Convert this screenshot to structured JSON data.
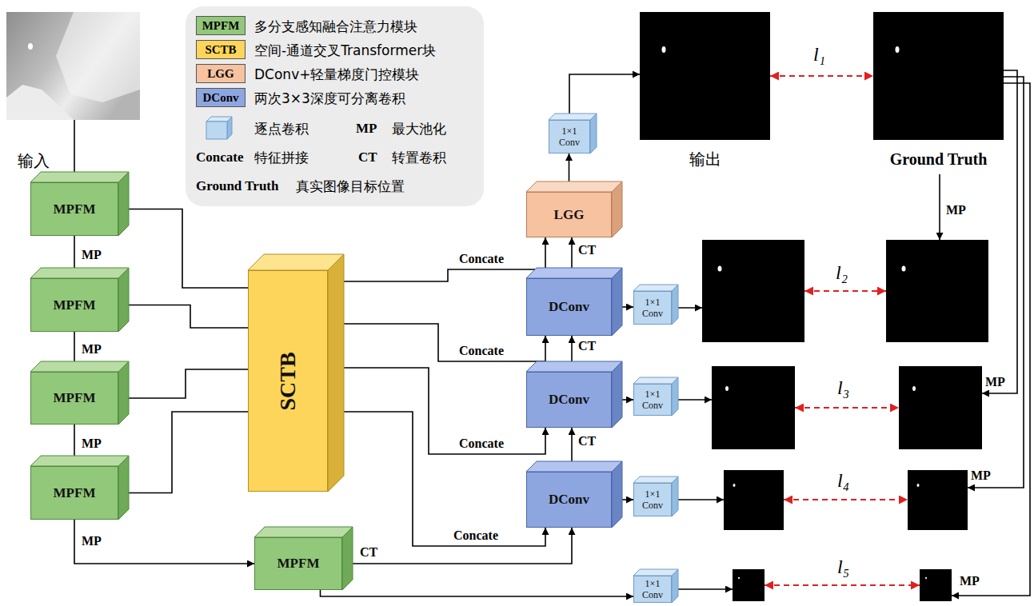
{
  "diagram": {
    "nodes": [
      {
        "text": [
          "输入"
        ]
      },
      {
        "text": [
          "MPFM"
        ]
      },
      {
        "text": [
          "MPFM"
        ]
      },
      {
        "text": [
          "MPFM"
        ]
      },
      {
        "text": [
          "MPFM"
        ]
      },
      {
        "text": [
          "MPFM"
        ]
      },
      {
        "text": [
          "SCTB"
        ]
      },
      {
        "text": [
          "LGG"
        ]
      },
      {
        "text": [
          "1×1 Conv"
        ]
      },
      {
        "text": [
          "DConv"
        ]
      },
      {
        "text": [
          "DConv"
        ]
      },
      {
        "text": [
          "DConv"
        ]
      },
      {
        "text": [
          "1×1 Conv"
        ]
      },
      {
        "text": [
          "1×1 Conv"
        ]
      },
      {
        "text": [
          "1×1 Conv"
        ]
      },
      {
        "text": [
          "1×1 Conv"
        ]
      },
      {
        "text": [
          "输出"
        ]
      },
      {
        "text": [
          "Ground Truth"
        ]
      }
    ],
    "edges": [
      {
        "from": 0,
        "to": 1,
        "arrow": "to"
      },
      {
        "from": 1,
        "to": 2,
        "arrow": "to",
        "label": "MP"
      },
      {
        "from": 2,
        "to": 3,
        "arrow": "to",
        "label": "MP"
      },
      {
        "from": 3,
        "to": 4,
        "arrow": "to",
        "label": "MP"
      },
      {
        "from": 4,
        "to": 5,
        "arrow": "to",
        "label": "MP"
      },
      {
        "from": 1,
        "to": 6,
        "arrow": "none"
      },
      {
        "from": 2,
        "to": 6,
        "arrow": "none"
      },
      {
        "from": 3,
        "to": 6,
        "arrow": "none"
      },
      {
        "from": 4,
        "to": 6,
        "arrow": "none"
      },
      {
        "from": 6,
        "to": 7,
        "arrow": "to",
        "label": "Concate"
      },
      {
        "from": 9,
        "to": 7,
        "arrow": "to",
        "label": "CT"
      },
      {
        "from": 6,
        "to": 9,
        "arrow": "to",
        "label": "Concate"
      },
      {
        "from": 10,
        "to": 9,
        "arrow": "to",
        "label": "CT"
      },
      {
        "from": 6,
        "to": 10,
        "arrow": "to",
        "label": "Concate"
      },
      {
        "from": 11,
        "to": 10,
        "arrow": "to",
        "label": "CT"
      },
      {
        "from": 6,
        "to": 11,
        "arrow": "to",
        "label": "Concate"
      },
      {
        "from": 5,
        "to": 11,
        "arrow": "to",
        "label": "CT"
      },
      {
        "from": 7,
        "to": 8,
        "arrow": "to"
      },
      {
        "from": 8,
        "to": 16,
        "arrow": "to"
      },
      {
        "from": 16,
        "to": 17,
        "arrow": "both",
        "label": "l₁"
      },
      {
        "from": 9,
        "to": 12,
        "arrow": "to"
      },
      {
        "from": 10,
        "to": 13,
        "arrow": "to"
      },
      {
        "from": 11,
        "to": 14,
        "arrow": "to"
      },
      {
        "from": 5,
        "to": 15,
        "arrow": "to"
      }
    ],
    "labels": [
      "MPFM",
      "SCTB",
      "LGG",
      "DConv",
      "MP",
      "最大池化",
      "Concate",
      "特征拼接",
      "CT",
      "转置卷积",
      "Ground Truth",
      "真实图像目标位置",
      "l₂",
      "l₃",
      "l₄",
      "l₅",
      "MP",
      "MP",
      "MP",
      "MP"
    ],
    "legend": [
      {
        "text": "多分支感知融合注意力模块",
        "color": "#92c87a"
      },
      {
        "text": "空间-通道交叉Transformer块",
        "color": "#fcd55a"
      },
      {
        "text": "DConv+轻量梯度门控模块",
        "color": "#f6c2a0"
      },
      {
        "text": "两次3×3深度可分离卷积",
        "color": "#8ea6e0"
      },
      {
        "text": "逐点卷积"
      }
    ]
  }
}
